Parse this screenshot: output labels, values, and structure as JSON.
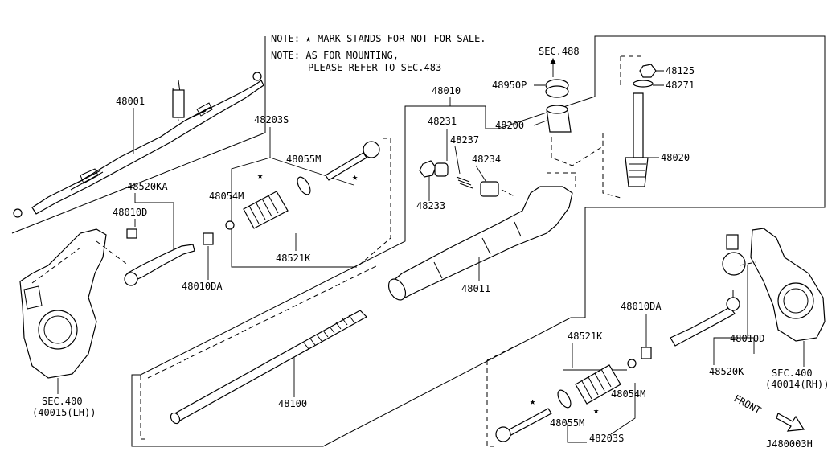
{
  "notes": {
    "line1_prefix": "NOTE:",
    "line1_star": "★",
    "line1_text": "MARK STANDS FOR NOT FOR SALE.",
    "line2": "NOTE: AS FOR MOUNTING,",
    "line3": "PLEASE REFER TO SEC.483"
  },
  "labels": {
    "p48001": "48001",
    "p48520KA": "48520KA",
    "p48010D_left": "48010D",
    "p48010DA_left": "48010DA",
    "p48203S_top": "48203S",
    "p48055M_top": "48055M",
    "p48054M_top": "48054M",
    "p48521K_top": "48521K",
    "p48010": "48010",
    "p48231": "48231",
    "p48237": "48237",
    "p48234": "48234",
    "p48233": "48233",
    "sec488": "SEC.488",
    "p48950P": "48950P",
    "p48200": "48200",
    "p48125": "48125",
    "p48271": "48271",
    "p48020": "48020",
    "p48011": "48011",
    "p48100": "48100",
    "sec400_left": "SEC.400",
    "sec400_left_sub": "(40015(LH))",
    "p48010DA_right": "48010DA",
    "p48010D_right": "48010D",
    "p48520K": "48520K",
    "sec400_right": "SEC.400",
    "sec400_right_sub": "(40014(RH))",
    "p48521K_bottom": "48521K",
    "p48054M_bottom": "48054M",
    "p48055M_bottom": "48055M",
    "p48203S_bottom": "48203S",
    "front": "FRONT",
    "diagram_code": "J480003H"
  },
  "star": "★"
}
